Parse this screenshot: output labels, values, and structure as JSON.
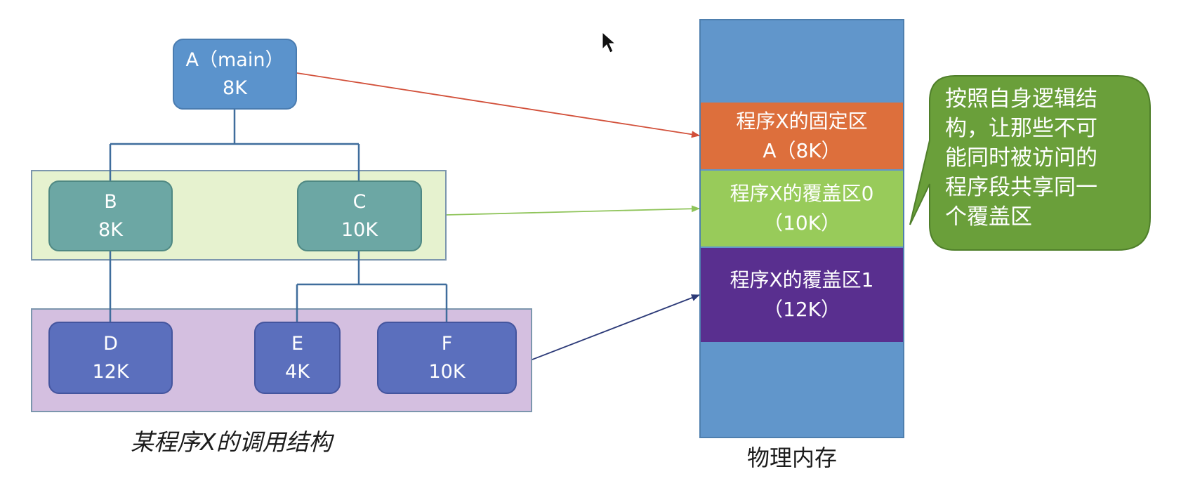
{
  "structure": {
    "caption": "某程序X的调用结构",
    "nodes": {
      "a": {
        "name": "A（main）",
        "size": "8K"
      },
      "b": {
        "name": "B",
        "size": "8K"
      },
      "c": {
        "name": "C",
        "size": "10K"
      },
      "d": {
        "name": "D",
        "size": "12K"
      },
      "e": {
        "name": "E",
        "size": "4K"
      },
      "f": {
        "name": "F",
        "size": "10K"
      }
    }
  },
  "memory": {
    "caption": "物理内存",
    "segments": {
      "fixed": {
        "line1": "程序X的固定区",
        "line2": "A（8K）"
      },
      "overlay0": {
        "line1": "程序X的覆盖区0",
        "line2": "（10K）"
      },
      "overlay1": {
        "line1": "程序X的覆盖区1",
        "line2": "（12K）"
      }
    }
  },
  "callout": {
    "lines": [
      "按照自身逻辑结",
      "构，让那些不可",
      "能同时被访问的",
      "程序段共享同一",
      "个覆盖区"
    ]
  },
  "colors": {
    "node_a": "#5b93cc",
    "level1_nodes": "#6ca7a4",
    "level2_nodes": "#5b6fbd",
    "overlay0_group": "#e6f2cf",
    "overlay1_group": "#d4bfe0",
    "memory_free": "#6196cb",
    "fixed_area": "#dd6f3c",
    "overlay0_area": "#98cb5a",
    "overlay1_area": "#592f8f",
    "callout": "#6a9f3a",
    "arrow_to_fixed": "#d2503a",
    "arrow_to_overlay0": "#8fc45a",
    "arrow_to_overlay1": "#2c3a78",
    "tree_lines": "#3f6d9c"
  }
}
